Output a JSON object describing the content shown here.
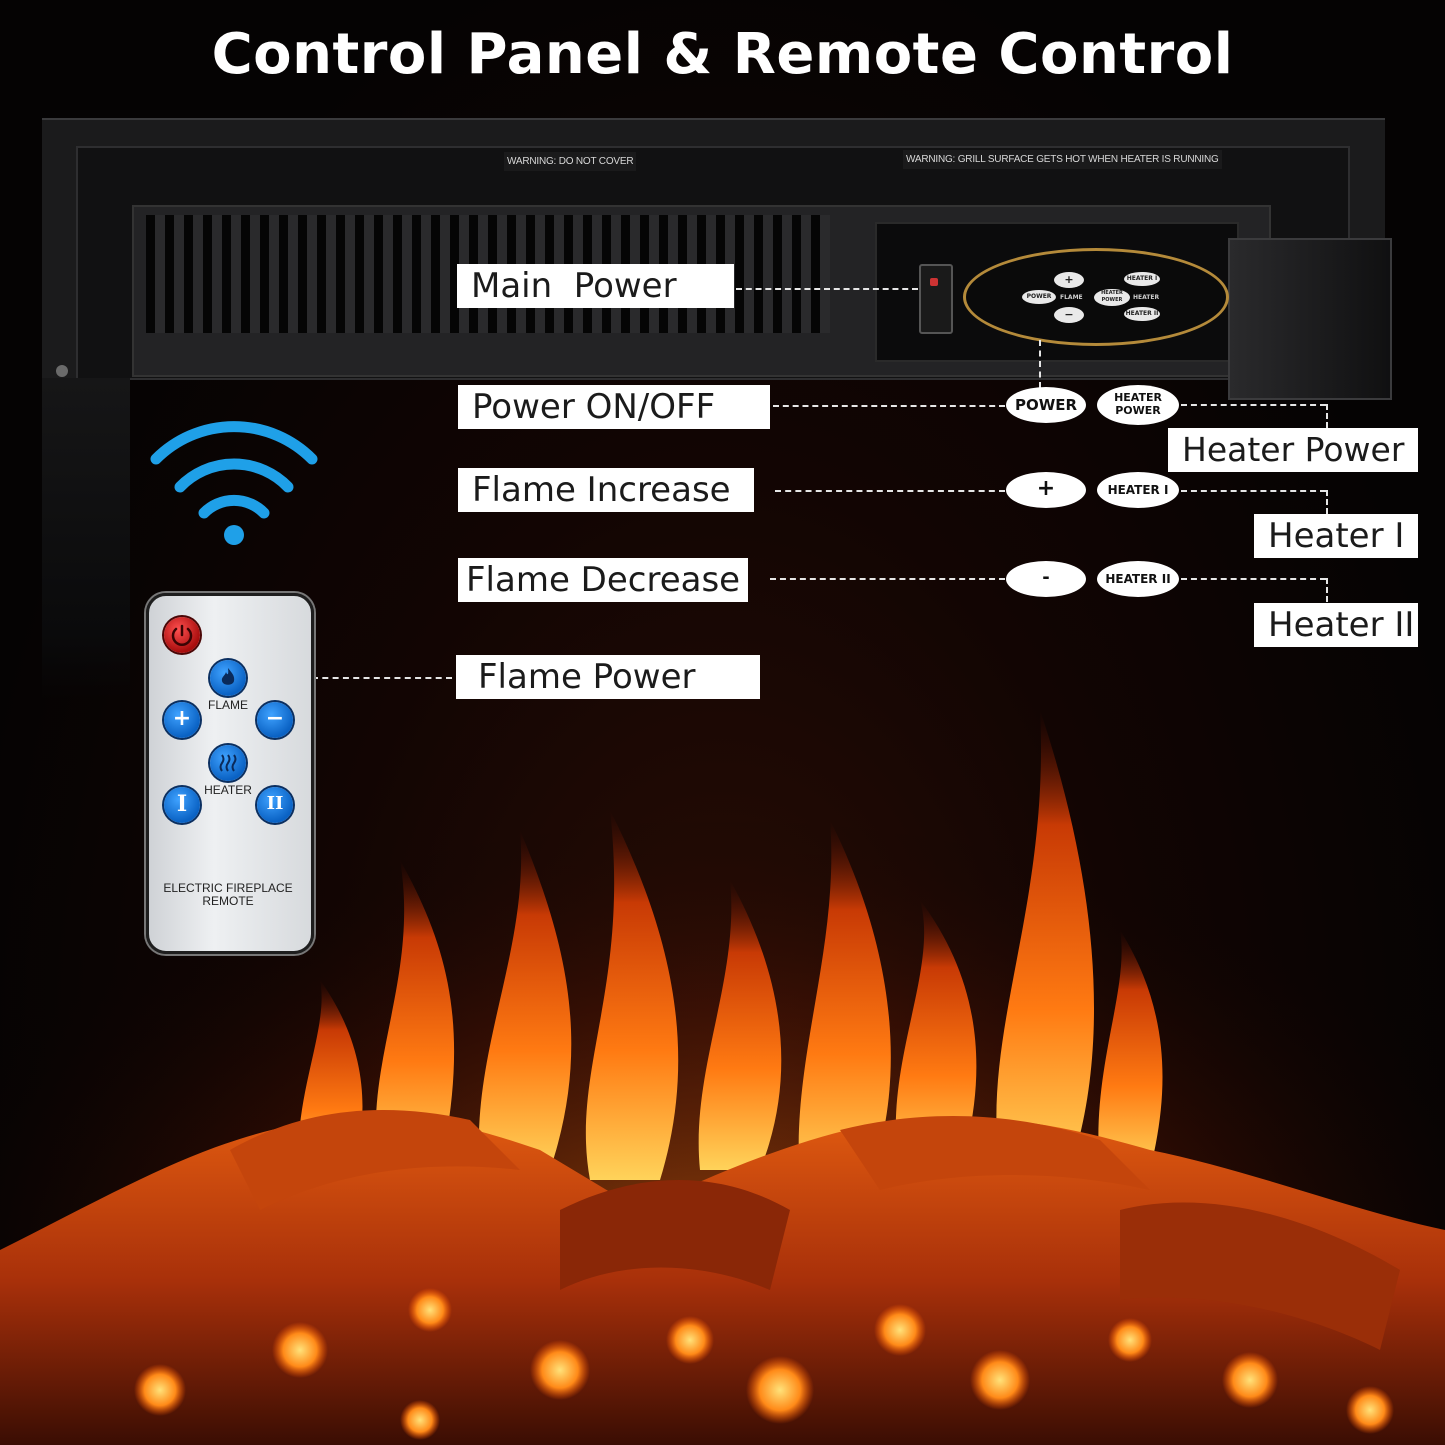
{
  "title": "Control Panel & Remote Control",
  "warnings": {
    "left": "WARNING: DO NOT COVER",
    "right": "WARNING: GRILL SURFACE GETS HOT WHEN HEATER IS RUNNING"
  },
  "panel_buttons": {
    "plus": "+",
    "minus": "−",
    "power": "POWER",
    "flame": "FLAME",
    "heater_power": "HEATER POWER",
    "heater": "HEATER",
    "heater_1": "HEATER I",
    "heater_2": "HEATER II"
  },
  "callouts": {
    "main_power": "Main  Power",
    "power_onoff": "Power ON/OFF",
    "flame_increase": "Flame Increase",
    "flame_decrease": "Flame Decrease",
    "flame_power": "Flame Power",
    "heater_power": "Heater Power",
    "heater_1": "Heater I",
    "heater_2": "Heater II"
  },
  "pills": {
    "power": "POWER",
    "heater_power_line1": "HEATER",
    "heater_power_line2": "POWER",
    "plus": "+",
    "heater_1": "HEATER I",
    "minus": "-",
    "heater_2": "HEATER II"
  },
  "remote": {
    "flame_label": "FLAME",
    "heater_label": "HEATER",
    "plus": "+",
    "minus": "−",
    "heater_1": "I",
    "heater_2": "II",
    "caption_line1": "ELECTRIC FIREPLACE",
    "caption_line2": "REMOTE"
  },
  "colors": {
    "wifi": "#1fa0e8",
    "remote_button": "#1177dd",
    "remote_power": "#c81414",
    "flame": "#ff6a00",
    "panel_trim": "#b48a3a"
  },
  "icons": [
    "wifi-icon",
    "power-icon",
    "flame-icon",
    "heater-icon"
  ]
}
